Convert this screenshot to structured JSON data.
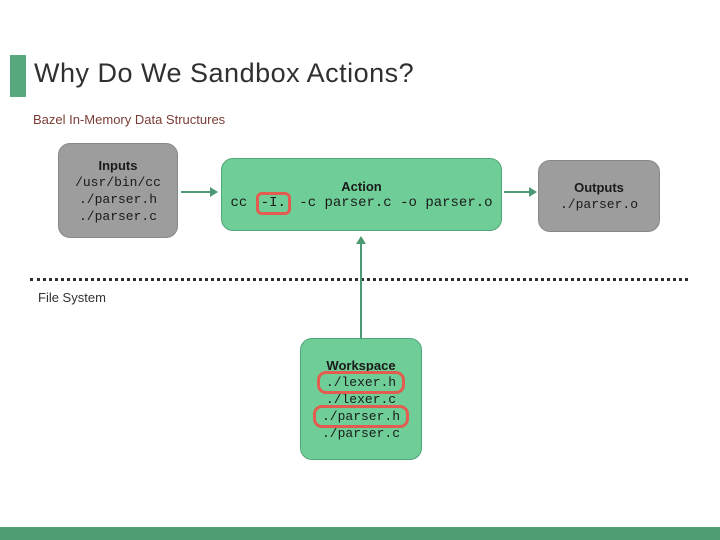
{
  "slide": {
    "title": "Why Do We Sandbox Actions?",
    "subtitle": "Bazel In-Memory Data Structures",
    "filesystem_label": "File System"
  },
  "diagram": {
    "inputs": {
      "title": "Inputs",
      "lines": [
        "/usr/bin/cc",
        "./parser.h",
        "./parser.c"
      ]
    },
    "action": {
      "title": "Action",
      "cmd_prefix": "cc ",
      "cmd_highlight": "-I.",
      "cmd_suffix": " -c parser.c -o parser.o"
    },
    "outputs": {
      "title": "Outputs",
      "lines": [
        "./parser.o"
      ]
    },
    "workspace": {
      "title": "Workspace",
      "files": [
        {
          "name": "./lexer.h",
          "highlighted": true
        },
        {
          "name": "./lexer.c",
          "highlighted": false
        },
        {
          "name": "./parser.h",
          "highlighted": true
        },
        {
          "name": "./parser.c",
          "highlighted": false
        }
      ]
    }
  },
  "colors": {
    "accent_green": "#57a87d",
    "box_green_fill": "#6fce97",
    "box_green_border": "#4fa577",
    "box_gray_fill": "#9d9d9d",
    "arrow_green": "#4c9a74",
    "highlight_red": "#e25c50",
    "subtitle_red_brown": "#7a3d36",
    "footer_green": "#4f9d72",
    "title_text": "#303030"
  }
}
